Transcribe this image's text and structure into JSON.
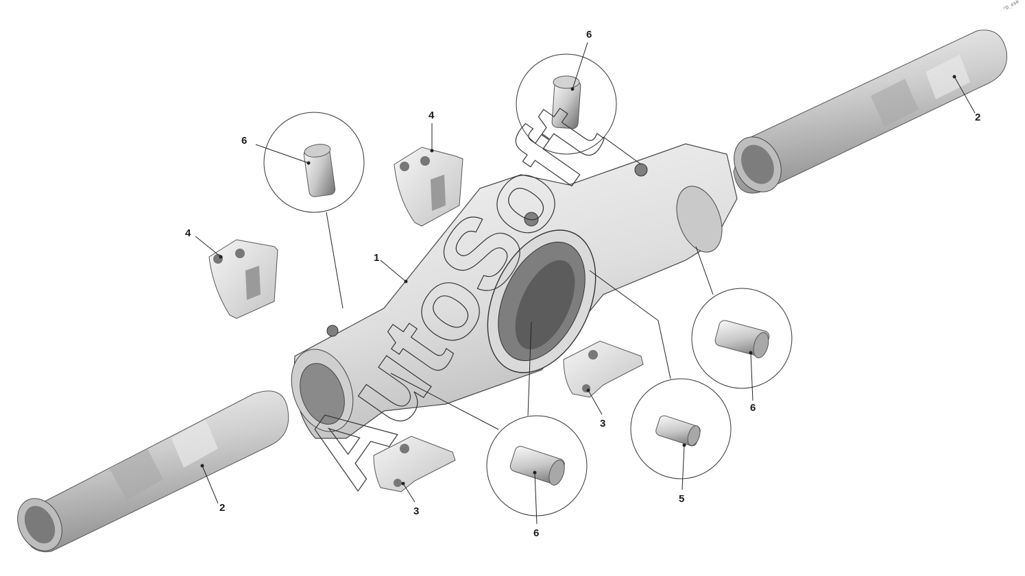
{
  "diagram": {
    "watermark": "AutoSoft",
    "corner_code": "°D_ese",
    "callouts": [
      {
        "id": "c1",
        "text": "1"
      },
      {
        "id": "c2a",
        "text": "2"
      },
      {
        "id": "c2b",
        "text": "2"
      },
      {
        "id": "c3a",
        "text": "3"
      },
      {
        "id": "c3b",
        "text": "3"
      },
      {
        "id": "c4a",
        "text": "4"
      },
      {
        "id": "c4b",
        "text": "4"
      },
      {
        "id": "c5",
        "text": "5"
      },
      {
        "id": "c6a",
        "text": "6"
      },
      {
        "id": "c6b",
        "text": "6"
      },
      {
        "id": "c6c",
        "text": "6"
      },
      {
        "id": "c6d",
        "text": "6"
      }
    ]
  },
  "colors": {
    "part_light": "#f0f0f0",
    "part_mid": "#d6d6d6",
    "part_dark": "#9a9a9a",
    "outline": "#333333"
  }
}
